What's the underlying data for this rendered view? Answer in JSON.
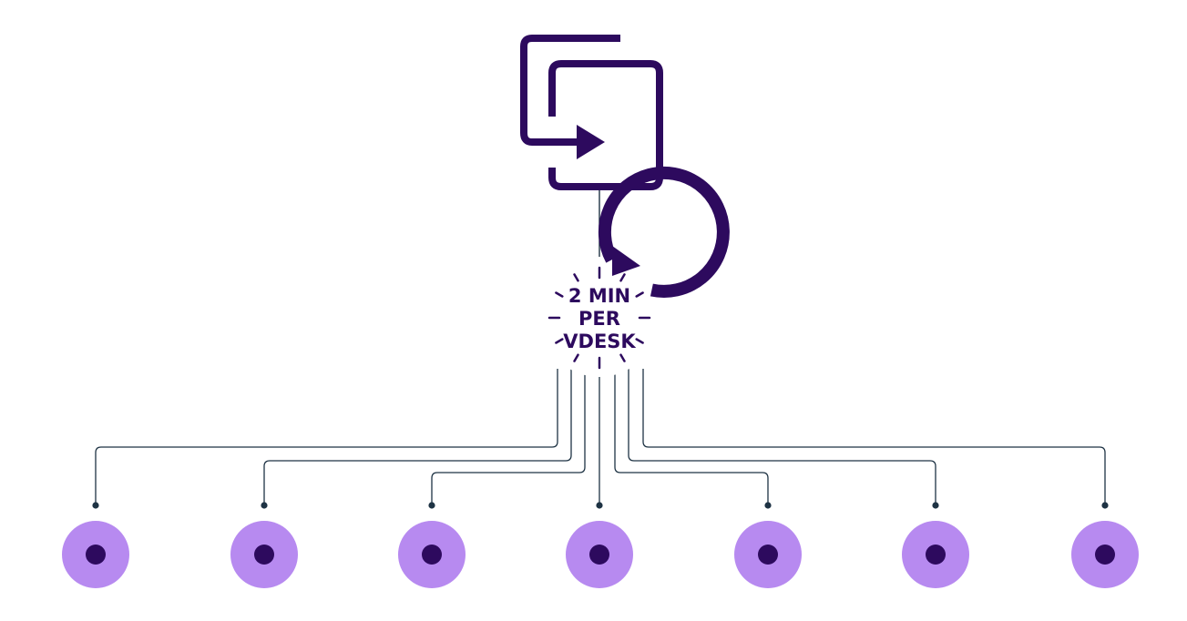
{
  "colors": {
    "primary": "#2d0a5e",
    "connector": "#1e3344",
    "node_outer": "#b78af0",
    "node_inner": "#2d0a5e",
    "background": "#ffffff"
  },
  "top_icon": {
    "name": "sign-in-icon"
  },
  "timer": {
    "icon": "clock-refresh-icon",
    "line1": "2 MIN",
    "line2": "PER",
    "line3": "VDESK"
  },
  "nodes": [
    {
      "id": "node-1"
    },
    {
      "id": "node-2"
    },
    {
      "id": "node-3"
    },
    {
      "id": "node-4"
    },
    {
      "id": "node-5"
    },
    {
      "id": "node-6"
    },
    {
      "id": "node-7"
    }
  ]
}
